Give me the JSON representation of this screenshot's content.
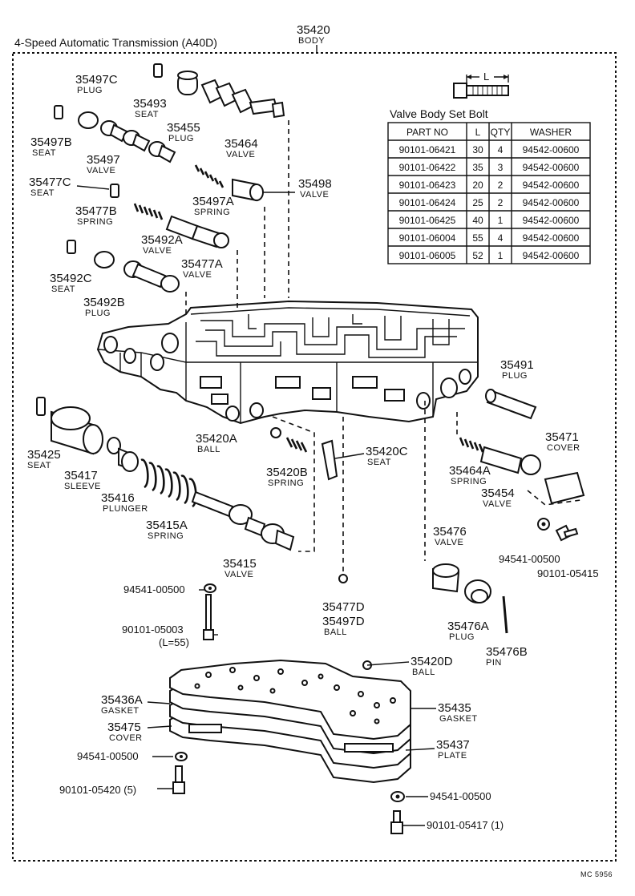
{
  "title": "4-Speed Automatic Transmission (A40D)",
  "body_label": {
    "num": "35420",
    "name": "BODY"
  },
  "footer_code": "MC 5956",
  "bolt_table": {
    "title": "Valve Body Set Bolt",
    "length_label": "L",
    "headers": [
      "PART NO",
      "L",
      "QTY",
      "WASHER"
    ],
    "rows": [
      [
        "90101-06421",
        "30",
        "4",
        "94542-00600"
      ],
      [
        "90101-06422",
        "35",
        "3",
        "94542-00600"
      ],
      [
        "90101-06423",
        "20",
        "2",
        "94542-00600"
      ],
      [
        "90101-06424",
        "25",
        "2",
        "94542-00600"
      ],
      [
        "90101-06425",
        "40",
        "1",
        "94542-00600"
      ],
      [
        "90101-06004",
        "55",
        "4",
        "94542-00600"
      ],
      [
        "90101-06005",
        "52",
        "1",
        "94542-00600"
      ]
    ]
  },
  "labels": {
    "p35497C": {
      "num": "35497C",
      "name": "PLUG"
    },
    "p35493": {
      "num": "35493",
      "name": "SEAT"
    },
    "p35455": {
      "num": "35455",
      "name": "PLUG"
    },
    "p35464": {
      "num": "35464",
      "name": "VALVE"
    },
    "p35497B": {
      "num": "35497B",
      "name": "SEAT"
    },
    "p35497": {
      "num": "35497",
      "name": "VALVE"
    },
    "p35477C": {
      "num": "35477C",
      "name": "SEAT"
    },
    "p35497A": {
      "num": "35497A",
      "name": "SPRING"
    },
    "p35498": {
      "num": "35498",
      "name": "VALVE"
    },
    "p35477B": {
      "num": "35477B",
      "name": "SPRING"
    },
    "p35492A": {
      "num": "35492A",
      "name": "VALVE"
    },
    "p35477A": {
      "num": "35477A",
      "name": "VALVE"
    },
    "p35492C": {
      "num": "35492C",
      "name": "SEAT"
    },
    "p35492B": {
      "num": "35492B",
      "name": "PLUG"
    },
    "p35491": {
      "num": "35491",
      "name": "PLUG"
    },
    "p35420A": {
      "num": "35420A",
      "name": "BALL"
    },
    "p35420C": {
      "num": "35420C",
      "name": "SEAT"
    },
    "p35420B": {
      "num": "35420B",
      "name": "SPRING"
    },
    "p35471": {
      "num": "35471",
      "name": "COVER"
    },
    "p35425": {
      "num": "35425",
      "name": "SEAT"
    },
    "p35417": {
      "num": "35417",
      "name": "SLEEVE"
    },
    "p35416": {
      "num": "35416",
      "name": "PLUNGER"
    },
    "p35415A": {
      "num": "35415A",
      "name": "SPRING"
    },
    "p35415": {
      "num": "35415",
      "name": "VALVE"
    },
    "p35464A": {
      "num": "35464A",
      "name": "SPRING"
    },
    "p35454": {
      "num": "35454",
      "name": "VALVE"
    },
    "p35476": {
      "num": "35476",
      "name": "VALVE"
    },
    "p35477D": {
      "num": "35477D",
      "name": ""
    },
    "p35497D": {
      "num": "35497D",
      "name": "BALL"
    },
    "p35476A": {
      "num": "35476A",
      "name": "PLUG"
    },
    "p35476B": {
      "num": "35476B",
      "name": "PIN"
    },
    "p35420D": {
      "num": "35420D",
      "name": "BALL"
    },
    "p35436A": {
      "num": "35436A",
      "name": "GASKET"
    },
    "p35435": {
      "num": "35435",
      "name": "GASKET"
    },
    "p35475": {
      "num": "35475",
      "name": "COVER"
    },
    "p35437": {
      "num": "35437",
      "name": "PLATE"
    }
  },
  "fasteners": {
    "w1": "94541-00500",
    "w2": "94541-00500",
    "b1": "90101-05415",
    "b2": "90101-05003",
    "b2_note": "(L=55)",
    "w3": "94541-00500",
    "b3": "90101-05420 (5)",
    "w4": "94541-00500",
    "b4": "90101-05417 (1)"
  }
}
